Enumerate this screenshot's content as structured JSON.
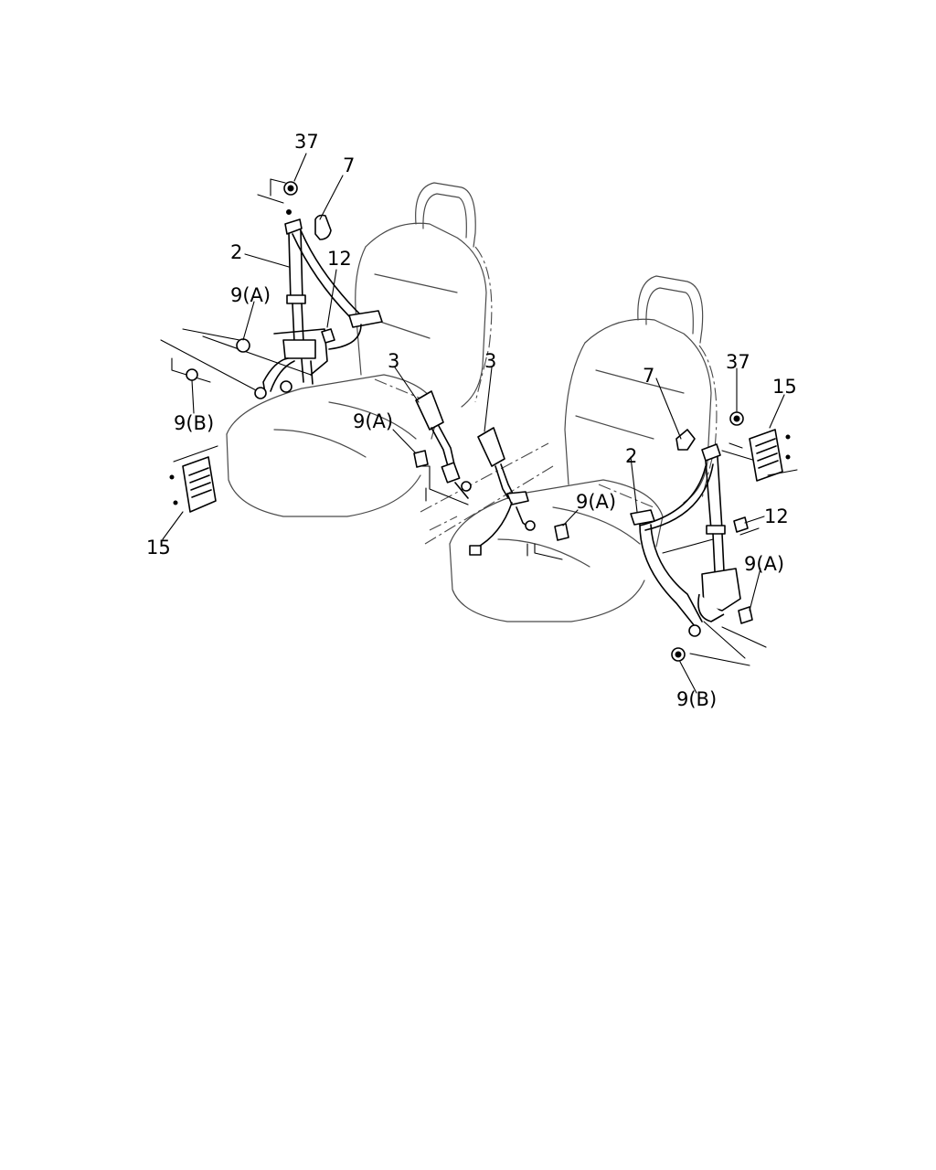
{
  "diagram": {
    "callouts": [
      {
        "id": "c37a",
        "text": "37"
      },
      {
        "id": "c7a",
        "text": "7"
      },
      {
        "id": "c2a",
        "text": "2"
      },
      {
        "id": "c12a",
        "text": "12"
      },
      {
        "id": "c9Aa",
        "text": "9(A)"
      },
      {
        "id": "c9Ba",
        "text": "9(B)"
      },
      {
        "id": "c15a",
        "text": "15"
      },
      {
        "id": "c3a",
        "text": "3"
      },
      {
        "id": "c3b",
        "text": "3"
      },
      {
        "id": "c9Ab",
        "text": "9(A)"
      },
      {
        "id": "c9Ac",
        "text": "9(A)"
      },
      {
        "id": "c37b",
        "text": "37"
      },
      {
        "id": "c15b",
        "text": "15"
      },
      {
        "id": "c7b",
        "text": "7"
      },
      {
        "id": "c2b",
        "text": "2"
      },
      {
        "id": "c12b",
        "text": "12"
      },
      {
        "id": "c9Ad",
        "text": "9(A)"
      },
      {
        "id": "c9Bb",
        "text": "9(B)"
      }
    ]
  }
}
